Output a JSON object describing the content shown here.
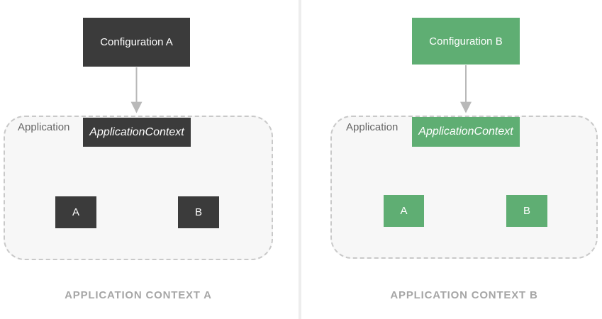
{
  "title": "Application context comparison diagram",
  "colors": {
    "dark": "#3b3b3b",
    "green": "#5fae73",
    "arrow": "#b9b9b9",
    "dash": "#c9c9c9",
    "container-fill": "#f7f7f7",
    "app-label": "#666666",
    "caption": "#a6a6a6",
    "divider": "#ededed",
    "box-text": "#ffffff"
  },
  "panels": [
    {
      "config_label": "Configuration A",
      "application_label": "Application",
      "context_label": "ApplicationContext",
      "child_a_label": "A",
      "child_b_label": "B",
      "caption": "APPLICATION CONTEXT A",
      "theme_color": "#3b3b3b"
    },
    {
      "config_label": "Configuration B",
      "application_label": "Application",
      "context_label": "ApplicationContext",
      "child_a_label": "A",
      "child_b_label": "B",
      "caption": "APPLICATION CONTEXT B",
      "theme_color": "#5fae73"
    }
  ]
}
